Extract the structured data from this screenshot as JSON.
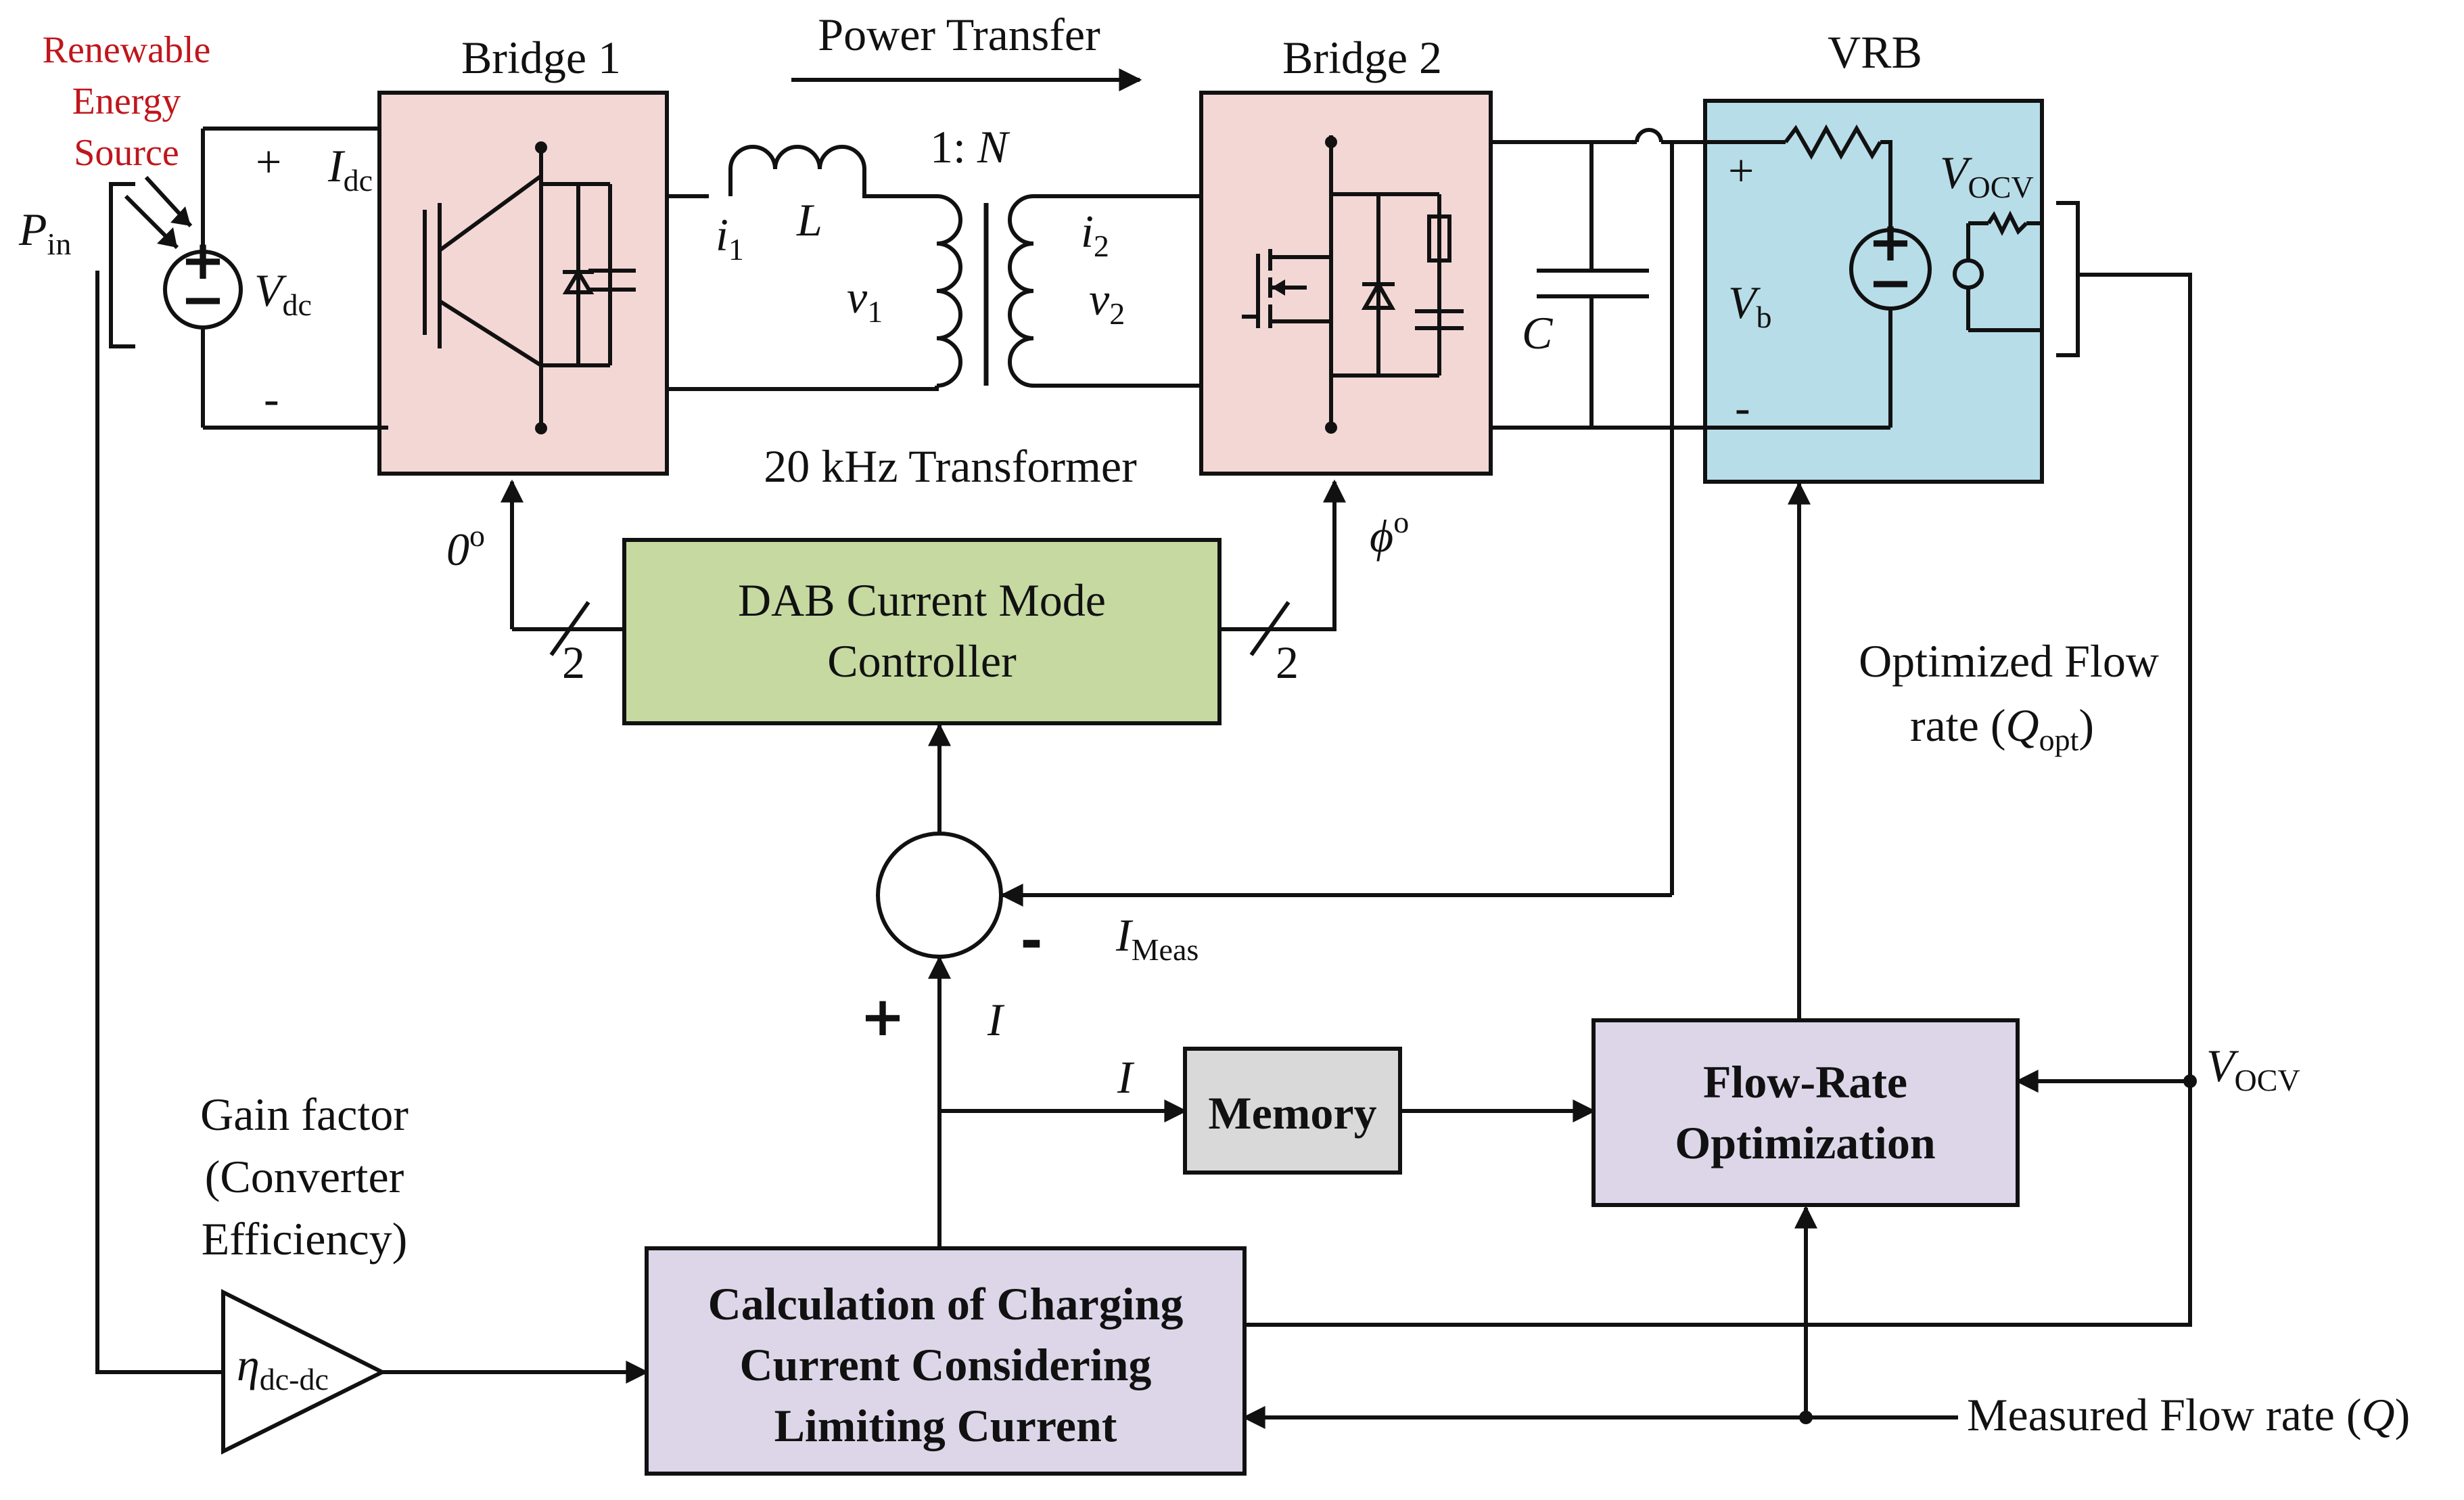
{
  "source": {
    "title_lines": [
      "Renewable",
      "Energy",
      "Source"
    ],
    "pin_main": "P",
    "pin_sub": "in",
    "plus": "+",
    "minus": "-",
    "idc_main": "I",
    "idc_sub": "dc",
    "vdc_main": "V",
    "vdc_sub": "dc"
  },
  "bridge1": {
    "label": "Bridge 1",
    "angle": "0",
    "angle_sup": "o"
  },
  "bridge2": {
    "label": "Bridge 2",
    "angle": "ϕ",
    "angle_sup": "o"
  },
  "power_transfer": "Power Transfer",
  "transformer": {
    "label": "20 kHz Transformer",
    "ratio_prefix": "1: ",
    "ratio_var": "N",
    "inductor": "L",
    "i1_main": "i",
    "i1_sub": "1",
    "i2_main": "i",
    "i2_sub": "2",
    "v1_main": "v",
    "v1_sub": "1",
    "v2_main": "v",
    "v2_sub": "2"
  },
  "capacitor": "C",
  "vrb": {
    "label": "VRB",
    "plus": "+",
    "minus": "-",
    "vb_main": "V",
    "vb_sub": "b",
    "vocv_main": "V",
    "vocv_sub": "OCV"
  },
  "dab": {
    "line1": "DAB Current Mode",
    "line2": "Controller",
    "bus_left": "2",
    "bus_right": "2",
    "color": "#c5d9a1"
  },
  "summer": {
    "plus": "+",
    "minus": "-",
    "i_label": "I",
    "imeas_main": "I",
    "imeas_sub": "Meas"
  },
  "optimized": {
    "line1": "Optimized Flow",
    "line2_prefix": "rate (",
    "q_main": "Q",
    "q_sub": "opt",
    "line2_suffix": ")"
  },
  "memory": {
    "label": "Memory",
    "input_label": "I",
    "color": "#d9d9d9"
  },
  "flow_opt": {
    "line1": "Flow-Rate",
    "line2": "Optimization",
    "vocv_main": "V",
    "vocv_sub": "OCV",
    "color": "#dcd6e8"
  },
  "gain": {
    "line1": "Gain factor",
    "line2": "(Converter",
    "line3": "Efficiency)",
    "eta_main": "η",
    "eta_sub": "dc-dc"
  },
  "calc": {
    "line1": "Calculation of Charging",
    "line2": "Current Considering",
    "line3": "Limiting Current",
    "color": "#dcd6e8"
  },
  "measured": {
    "prefix": "Measured Flow rate (",
    "var": "Q",
    "suffix": ")"
  },
  "colors": {
    "bridge": "#f2d7d5",
    "vrb": "#b7dde8",
    "source_title": "#c0161c"
  }
}
